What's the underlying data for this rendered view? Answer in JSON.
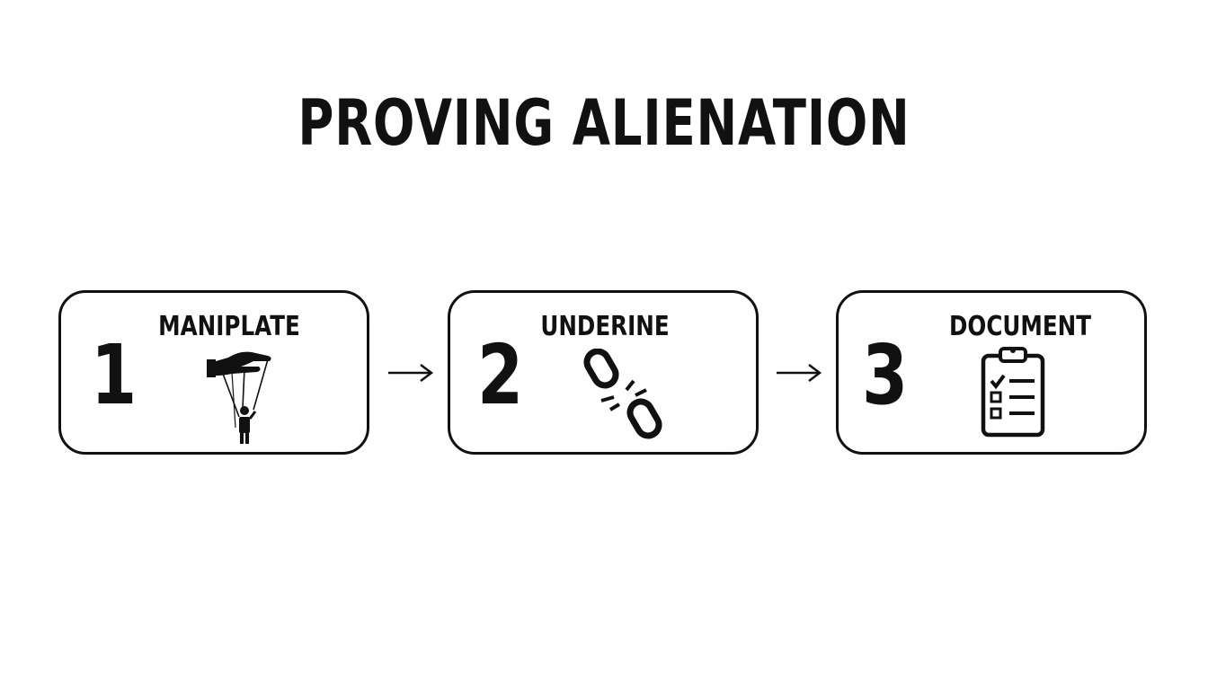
{
  "title": "PROVING ALIENATION",
  "steps": [
    {
      "number": "1",
      "label": "MANIPLATE",
      "icon": "puppet-hand-icon"
    },
    {
      "number": "2",
      "label": "UNDERINE",
      "icon": "broken-chain-icon"
    },
    {
      "number": "3",
      "label": "DOCUMENT",
      "icon": "clipboard-checklist-icon"
    }
  ],
  "colors": {
    "ink": "#111111",
    "background": "#ffffff"
  }
}
